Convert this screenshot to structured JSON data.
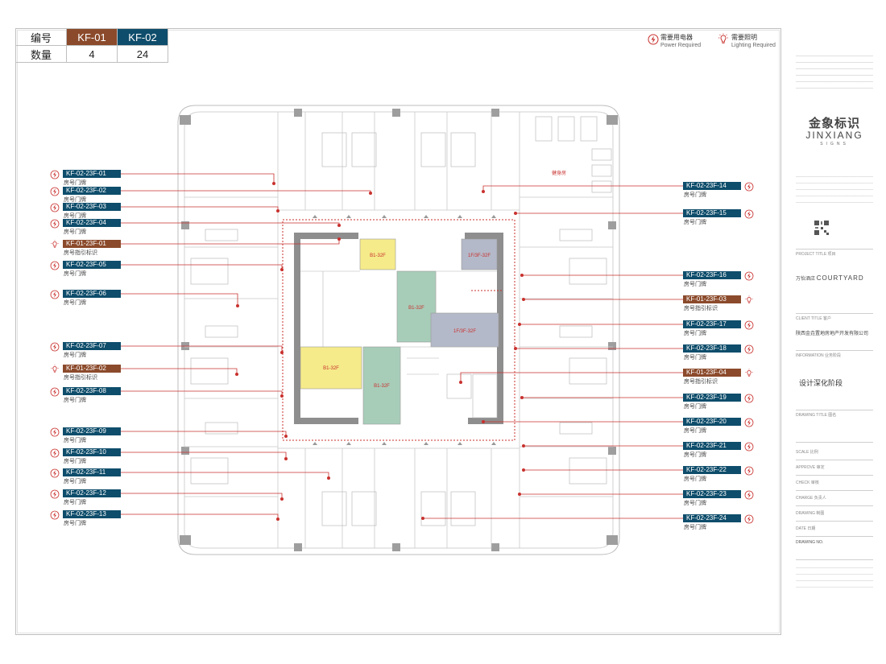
{
  "summary": {
    "col_header": "编号",
    "row_header": "数量",
    "types": [
      {
        "code": "KF-01",
        "count": "4",
        "color": "#8b4a2b"
      },
      {
        "code": "KF-02",
        "count": "24",
        "color": "#0e4d6b"
      }
    ]
  },
  "legend": {
    "power_cn": "需要用电器",
    "power_en": "Power Required",
    "lighting_cn": "需要照明",
    "lighting_en": "Lighting Required",
    "power_icon": "power-bolt-icon",
    "lighting_icon": "light-bulb-icon"
  },
  "plan": {
    "room_label": "健身房",
    "zones": [
      {
        "label": "B1-32F",
        "color": "#f5eb8a"
      },
      {
        "label": "1F/3F-32F",
        "color": "#b4b9c9"
      },
      {
        "label": "B1-32F",
        "color": "#a7cdb9"
      },
      {
        "label": "1F/3F-32F",
        "color": "#b4b9c9"
      },
      {
        "label": "B1-32F",
        "color": "#f5eb8a"
      },
      {
        "label": "B1-32F",
        "color": "#a7cdb9"
      }
    ],
    "accent_red": "#c8312e"
  },
  "labels_left": [
    {
      "code": "KF-02-23F-01",
      "text": "房号门牌",
      "kind": "b"
    },
    {
      "code": "KF-02-23F-02",
      "text": "房号门牌",
      "kind": "b"
    },
    {
      "code": "KF-02-23F-03",
      "text": "房号门牌",
      "kind": "b"
    },
    {
      "code": "KF-02-23F-04",
      "text": "房号门牌",
      "kind": "b"
    },
    {
      "code": "KF-01-23F-01",
      "text": "房号指引标识",
      "kind": "r"
    },
    {
      "code": "KF-02-23F-05",
      "text": "房号门牌",
      "kind": "b"
    },
    {
      "code": "KF-02-23F-06",
      "text": "房号门牌",
      "kind": "b"
    },
    {
      "code": "KF-02-23F-07",
      "text": "房号门牌",
      "kind": "b"
    },
    {
      "code": "KF-01-23F-02",
      "text": "房号指引标识",
      "kind": "r"
    },
    {
      "code": "KF-02-23F-08",
      "text": "房号门牌",
      "kind": "b"
    },
    {
      "code": "KF-02-23F-09",
      "text": "房号门牌",
      "kind": "b"
    },
    {
      "code": "KF-02-23F-10",
      "text": "房号门牌",
      "kind": "b"
    },
    {
      "code": "KF-02-23F-11",
      "text": "房号门牌",
      "kind": "b"
    },
    {
      "code": "KF-02-23F-12",
      "text": "房号门牌",
      "kind": "b"
    },
    {
      "code": "KF-02-23F-13",
      "text": "房号门牌",
      "kind": "b"
    }
  ],
  "labels_right": [
    {
      "code": "KF-02-23F-14",
      "text": "房号门牌",
      "kind": "b"
    },
    {
      "code": "KF-02-23F-15",
      "text": "房号门牌",
      "kind": "b"
    },
    {
      "code": "KF-02-23F-16",
      "text": "房号门牌",
      "kind": "b"
    },
    {
      "code": "KF-01-23F-03",
      "text": "房号指引标识",
      "kind": "r"
    },
    {
      "code": "KF-02-23F-17",
      "text": "房号门牌",
      "kind": "b"
    },
    {
      "code": "KF-02-23F-18",
      "text": "房号门牌",
      "kind": "b"
    },
    {
      "code": "KF-01-23F-04",
      "text": "房号指引标识",
      "kind": "r"
    },
    {
      "code": "KF-02-23F-19",
      "text": "房号门牌",
      "kind": "b"
    },
    {
      "code": "KF-02-23F-20",
      "text": "房号门牌",
      "kind": "b"
    },
    {
      "code": "KF-02-23F-21",
      "text": "房号门牌",
      "kind": "b"
    },
    {
      "code": "KF-02-23F-22",
      "text": "房号门牌",
      "kind": "b"
    },
    {
      "code": "KF-02-23F-23",
      "text": "房号门牌",
      "kind": "b"
    },
    {
      "code": "KF-02-23F-24",
      "text": "房号门牌",
      "kind": "b"
    }
  ],
  "title_block": {
    "logo_cn": "金象标识",
    "logo_en": "JINXIANG",
    "logo_sub": "SIGNS",
    "project_title_caption": "PROJECT TITLE 项目",
    "hotel_cn": "万怡酒店",
    "hotel_en": "COURTYARD",
    "client_caption": "CLIENT TITLE 客户",
    "client": "陕西金垚置地房地产开发有限公司",
    "information_caption": "INFORMATION 业务阶段",
    "stage": "设计深化阶段",
    "drawing_title_caption": "DRAWING TITLE 图名",
    "rows": [
      "SCALE 比例",
      "APPROVE 审定",
      "CHECK 审核",
      "CHARGE 负责人",
      "DRAWING 制图",
      "DATE 日期"
    ],
    "drawing_no_caption": "DRAWING NO."
  }
}
